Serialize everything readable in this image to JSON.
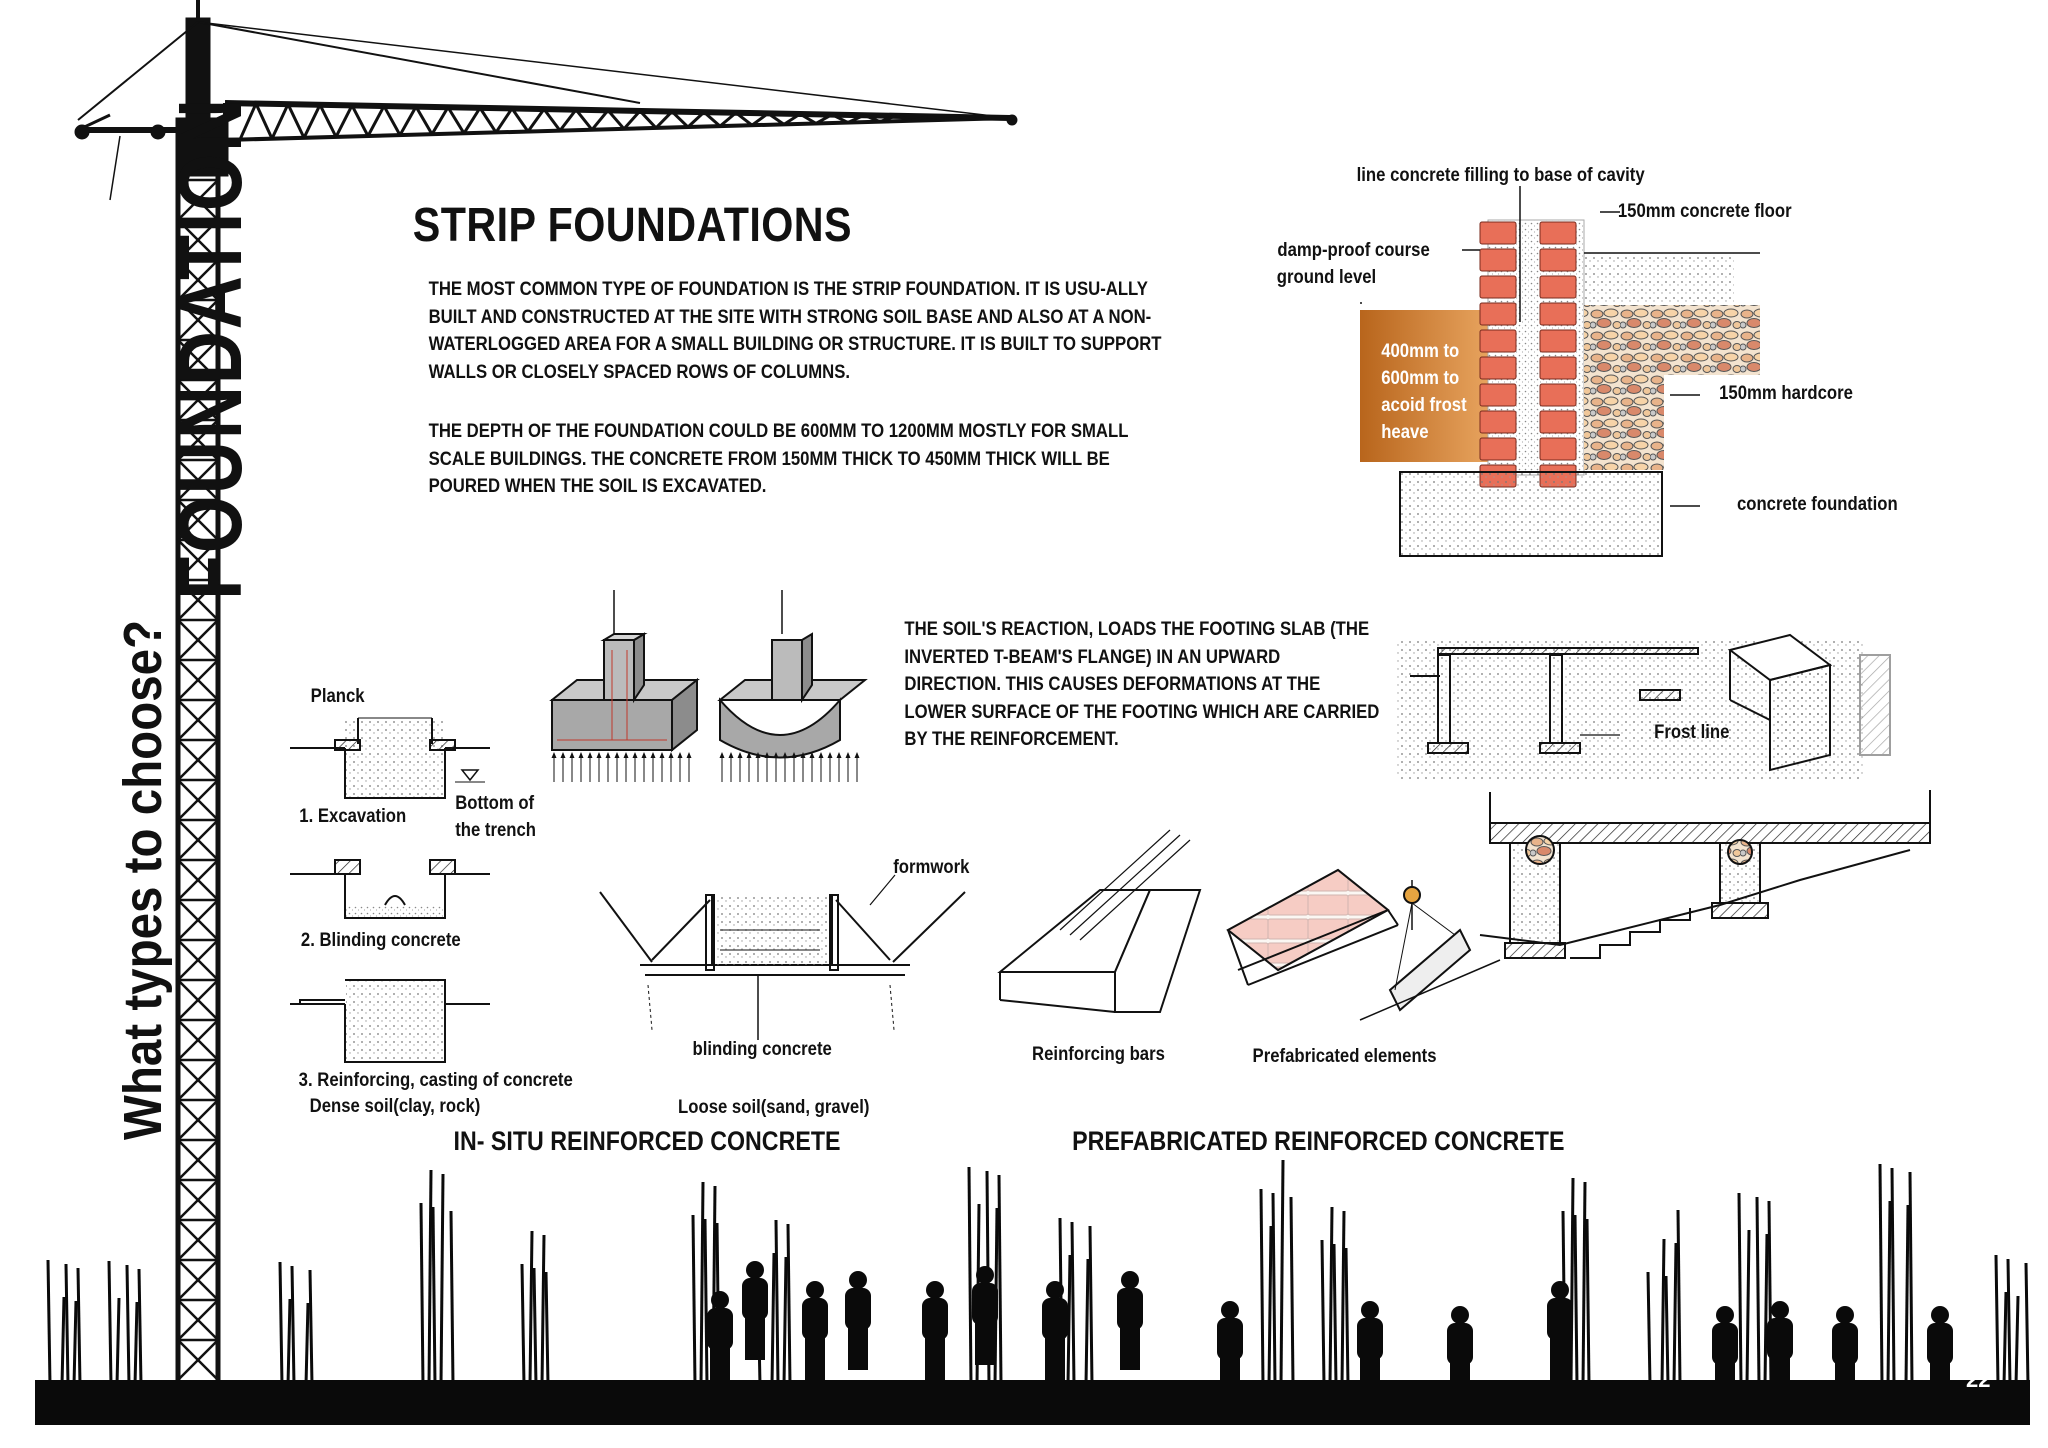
{
  "side_titles": {
    "main": "FOUNDATION",
    "question": "What types to choose?"
  },
  "heading": "STRIP FOUNDATIONS",
  "paragraphs": [
    "THE MOST COMMON TYPE OF FOUNDATION IS THE STRIP FOUNDATION. IT IS USU-ALLY BUILT AND CONSTRUCTED AT THE SITE WITH STRONG SOIL BASE AND ALSO AT A NON-WATERLOGGED AREA FOR A SMALL BUILDING OR STRUCTURE. IT IS BUILT TO SUPPORT WALLS OR CLOSELY SPACED ROWS OF COLUMNS.",
    "THE DEPTH OF THE FOUNDATION COULD BE 600MM TO 1200MM MOSTLY FOR SMALL SCALE BUILDINGS. THE CONCRETE FROM 150MM THICK TO 450MM THICK WILL BE POURED WHEN THE SOIL IS EXCAVATED."
  ],
  "section_diagram": {
    "cavity_label": "line concrete filling to base of cavity",
    "floor_label": "150mm concrete floor",
    "dpc_label": "damp-proof course",
    "ground_label": "ground level",
    "frost_label": "400mm to 600mm to acoid frost heave",
    "hardcore_label": "150mm hardcore",
    "foundation_label": "concrete foundation"
  },
  "reaction_text": "THE SOIL'S REACTION, LOADS THE FOOTING SLAB (THE INVERTED T-BEAM'S FLANGE) IN AN UPWARD DIRECTION. THIS CAUSES DEFORMATIONS AT THE LOWER SURFACE OF THE FOOTING WHICH ARE CARRIED BY THE REINFORCEMENT.",
  "frost_line_label": "Frost line",
  "steps": {
    "planck": "Planck",
    "excavation": "1. Excavation",
    "bottom": "Bottom of the trench",
    "blinding": "2. Blinding concrete",
    "reinforcing": "3. Reinforcing, casting of concrete",
    "dense_soil": "Dense soil(clay, rock)"
  },
  "formwork_labels": {
    "formwork": "formwork",
    "blinding_concrete": "blinding concrete",
    "loose_soil": "Loose soil(sand, gravel)"
  },
  "prefab_labels": {
    "reinforcing_bars": "Reinforcing bars",
    "prefab_elements": "Prefabricated elements"
  },
  "subtitles": {
    "insitu": "IN- SITU REINFORCED CONCRETE",
    "prefab": "PREFABRICATED REINFORCED CONCRETE"
  },
  "page_number": "22",
  "colors": {
    "brick": "#e86f58",
    "soil": "#c8792b",
    "ink": "#111111"
  }
}
